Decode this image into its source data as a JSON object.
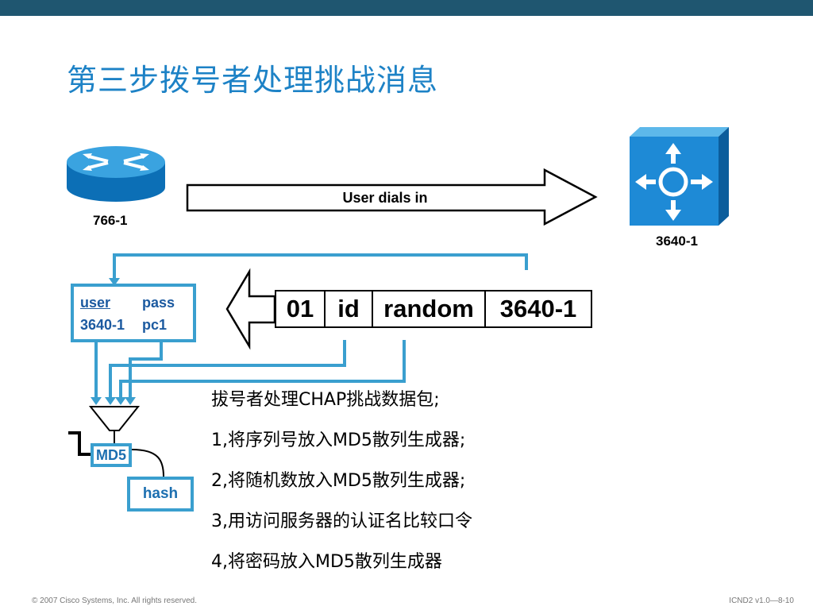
{
  "title": "第三步拨号者处理挑战消息",
  "router_label": "766-1",
  "switch_label": "3640-1",
  "arrow_label": "User dials in",
  "packet": [
    "01",
    "id",
    "random",
    "3640-1"
  ],
  "userbox": {
    "col1_header": "user",
    "col2_header": "pass",
    "col1_value": "3640-1",
    "col2_value": "pc1"
  },
  "md5_label": "MD5",
  "hash_label": "hash",
  "steps": [
    "拔号者处理CHAP挑战数据包;",
    "1,将序列号放入MD5散列生成器;",
    "2,将随机数放入MD5散列生成器;",
    "3,用访问服务器的认证名比较口令",
    "4,将密码放入MD5散列生成器"
  ],
  "footer": {
    "copyright": "© 2007 Cisco Systems, Inc. All rights reserved.",
    "course": "ICND2 v1.0—8-10"
  },
  "colors": {
    "title": "#1d82c6",
    "topbar": "#1f5670",
    "box_border": "#3a9fcf",
    "device_blue": "#1e8ad6"
  },
  "icons": [
    "router-icon",
    "multilayer-switch-icon"
  ]
}
